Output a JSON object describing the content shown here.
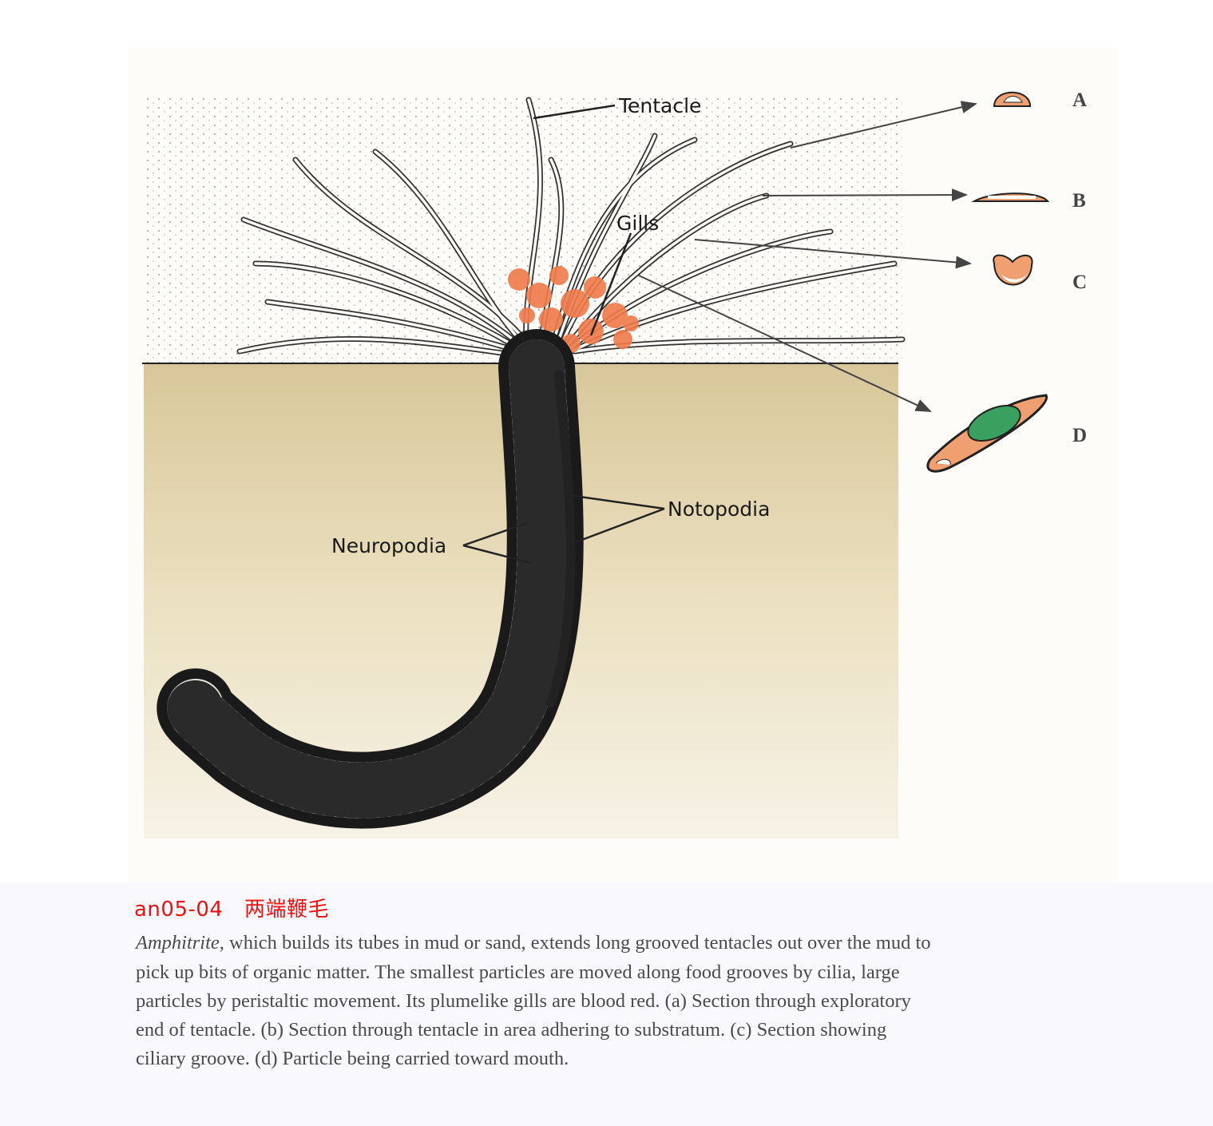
{
  "figure": {
    "labels": {
      "tentacle": "Tentacle",
      "gills": "Gills",
      "notopodia": "Notopodia",
      "neuropodia": "Neuropodia"
    },
    "sections": [
      "A",
      "B",
      "C",
      "D"
    ],
    "colors": {
      "sand": "#e0d2a6",
      "gills": "#f07a4a",
      "section": "#f0a070",
      "particle": "#3aa060"
    }
  },
  "caption": {
    "id": "an05-04　两端鞭毛",
    "lines": [
      {
        "italic": "Amphitrite,",
        "text": " which builds its tubes in mud or sand, extends long grooved tentacles out over the mud to"
      },
      {
        "italic": "",
        "text": "pick up bits of organic matter. The smallest particles are moved along food grooves by cilia, large"
      },
      {
        "italic": "",
        "text": "particles by peristaltic movement. Its plumelike gills are blood red. (a) Section through exploratory"
      },
      {
        "italic": "",
        "text": "end of tentacle. (b) Section through tentacle in area adhering to substratum. (c) Section showing"
      },
      {
        "italic": "",
        "text": "ciliary groove. (d) Particle being carried toward mouth."
      }
    ]
  }
}
